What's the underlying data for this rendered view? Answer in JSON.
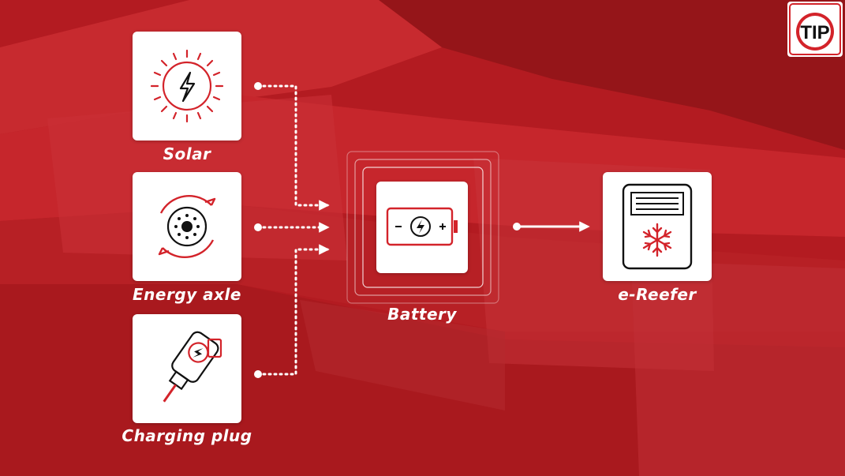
{
  "logo": {
    "text": "TIP"
  },
  "sources": [
    {
      "label": "Solar",
      "icon": "sun-bolt-icon"
    },
    {
      "label": "Energy axle",
      "icon": "wheel-rotation-icon"
    },
    {
      "label": "Charging plug",
      "icon": "ev-charging-plug-icon"
    }
  ],
  "battery": {
    "label": "Battery",
    "icon": "battery-bolt-icon"
  },
  "target": {
    "label": "e-Reefer",
    "icon": "refrigeration-unit-icon"
  },
  "colors": {
    "background": "#b91c22",
    "icon_red": "#d3232a",
    "tile": "#ffffff",
    "line": "#ffffff"
  }
}
